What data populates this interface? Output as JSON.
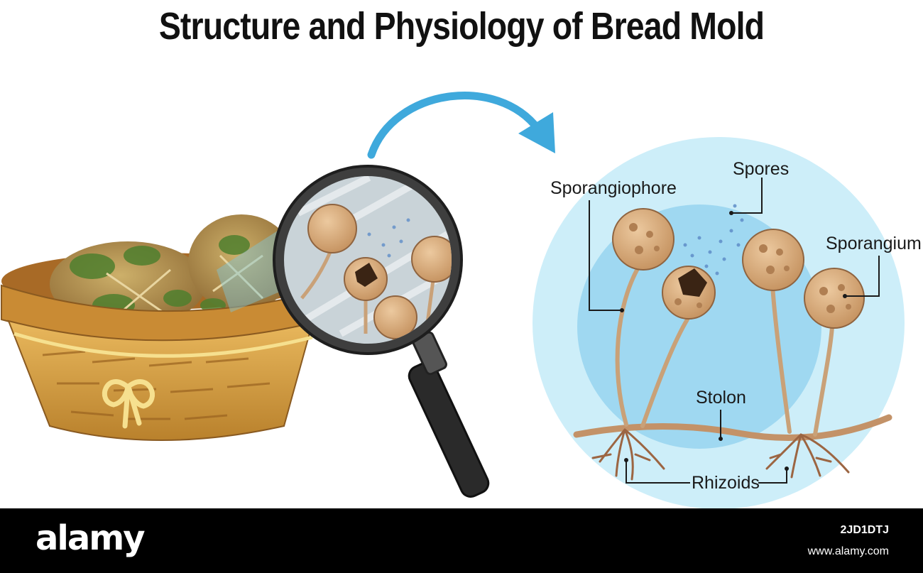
{
  "title": "Structure and Physiology of Bread Mold",
  "labels": {
    "sporangiophore": "Sporangiophore",
    "spores": "Spores",
    "sporangium": "Sporangium",
    "stolon": "Stolon",
    "rhizoids": "Rhizoids"
  },
  "footer": {
    "brand": "alamy",
    "image_id": "2JD1DTJ",
    "site": "www.alamy.com"
  },
  "colors": {
    "arrow": "#3fa9dc",
    "circle_outer": "#cdeef9",
    "circle_inner": "#9fd8f1",
    "sporangium": "#d3a87a",
    "sporangium_spots": "#b07f52",
    "stalk": "#c9a178",
    "stolon": "#c39268",
    "rhizoid": "#9c6542",
    "basket": "#d39a3e",
    "mold": "#4f7f2e"
  }
}
